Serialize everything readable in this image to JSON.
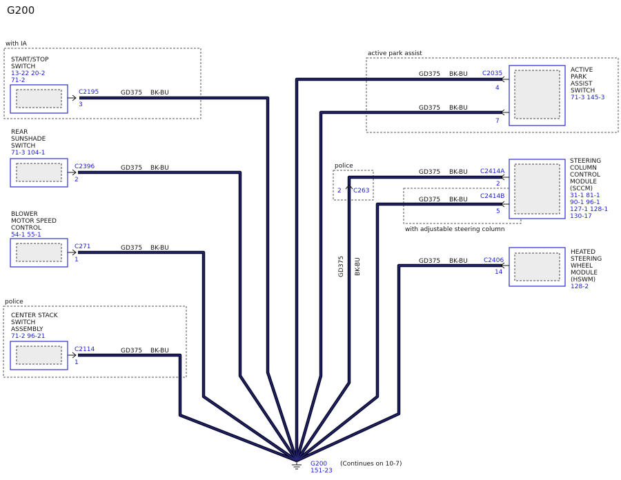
{
  "title": "G200",
  "wire_circuit": "GD375",
  "wire_color": "BK-BU",
  "ground": {
    "connector": "G200",
    "page_ref": "151-23",
    "continues": "(Continues on 10-7)"
  },
  "groups": {
    "ia": "with IA",
    "park": "active park assist",
    "police_left": "police",
    "police_mid": "police",
    "adjustable": "with adjustable steering column"
  },
  "components": {
    "startstop": {
      "name": [
        "START/STOP",
        "SWITCH"
      ],
      "refs": [
        "13-22   20-2",
        "71-2"
      ],
      "connector": "C2195",
      "pin": "3"
    },
    "sunshade": {
      "name": [
        "REAR",
        "SUNSHADE",
        "SWITCH"
      ],
      "refs": [
        "71-3   104-1"
      ],
      "connector": "C2396",
      "pin": "2"
    },
    "blower": {
      "name": [
        "BLOWER",
        "MOTOR SPEED",
        "CONTROL"
      ],
      "refs": [
        "54-1   55-1"
      ],
      "connector": "C271",
      "pin": "1"
    },
    "centerstack": {
      "name": [
        "CENTER STACK",
        "SWITCH",
        "ASSEMBLY"
      ],
      "refs": [
        "71-2   96-21"
      ],
      "connector": "C2114",
      "pin": "1"
    },
    "park": {
      "name": [
        "ACTIVE",
        "PARK",
        "ASSIST",
        "SWITCH"
      ],
      "refs": [
        "71-3   145-3"
      ],
      "connector": "C2035",
      "pins": [
        "4",
        "7"
      ]
    },
    "sccm": {
      "name": [
        "STEERING",
        "COLUMN",
        "CONTROL",
        "MODULE",
        "(SCCM)"
      ],
      "refs": [
        "31-1   81-1",
        "90-1   96-1",
        "127-1  128-1",
        "130-17"
      ],
      "connector_a": "C2414A",
      "pin_a": "2",
      "connector_b": "C2414B",
      "pin_b": "5"
    },
    "hswm": {
      "name": [
        "HEATED",
        "STEERING",
        "WHEEL",
        "MODULE",
        "(HSWM)"
      ],
      "refs": [
        "128-2"
      ],
      "connector": "C2406",
      "pin": "14"
    },
    "c263": {
      "connector": "C263",
      "pin": "2"
    }
  }
}
